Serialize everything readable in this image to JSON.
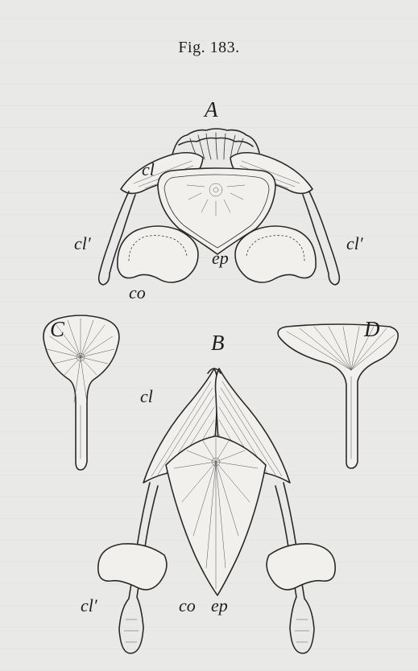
{
  "figure": {
    "title": "Fig. 183."
  },
  "panels": {
    "A": "A",
    "B": "B",
    "C": "C",
    "D": "D"
  },
  "labels": {
    "cl": "cl",
    "cl_prime": "cl′",
    "ep": "ep",
    "co": "co"
  }
}
